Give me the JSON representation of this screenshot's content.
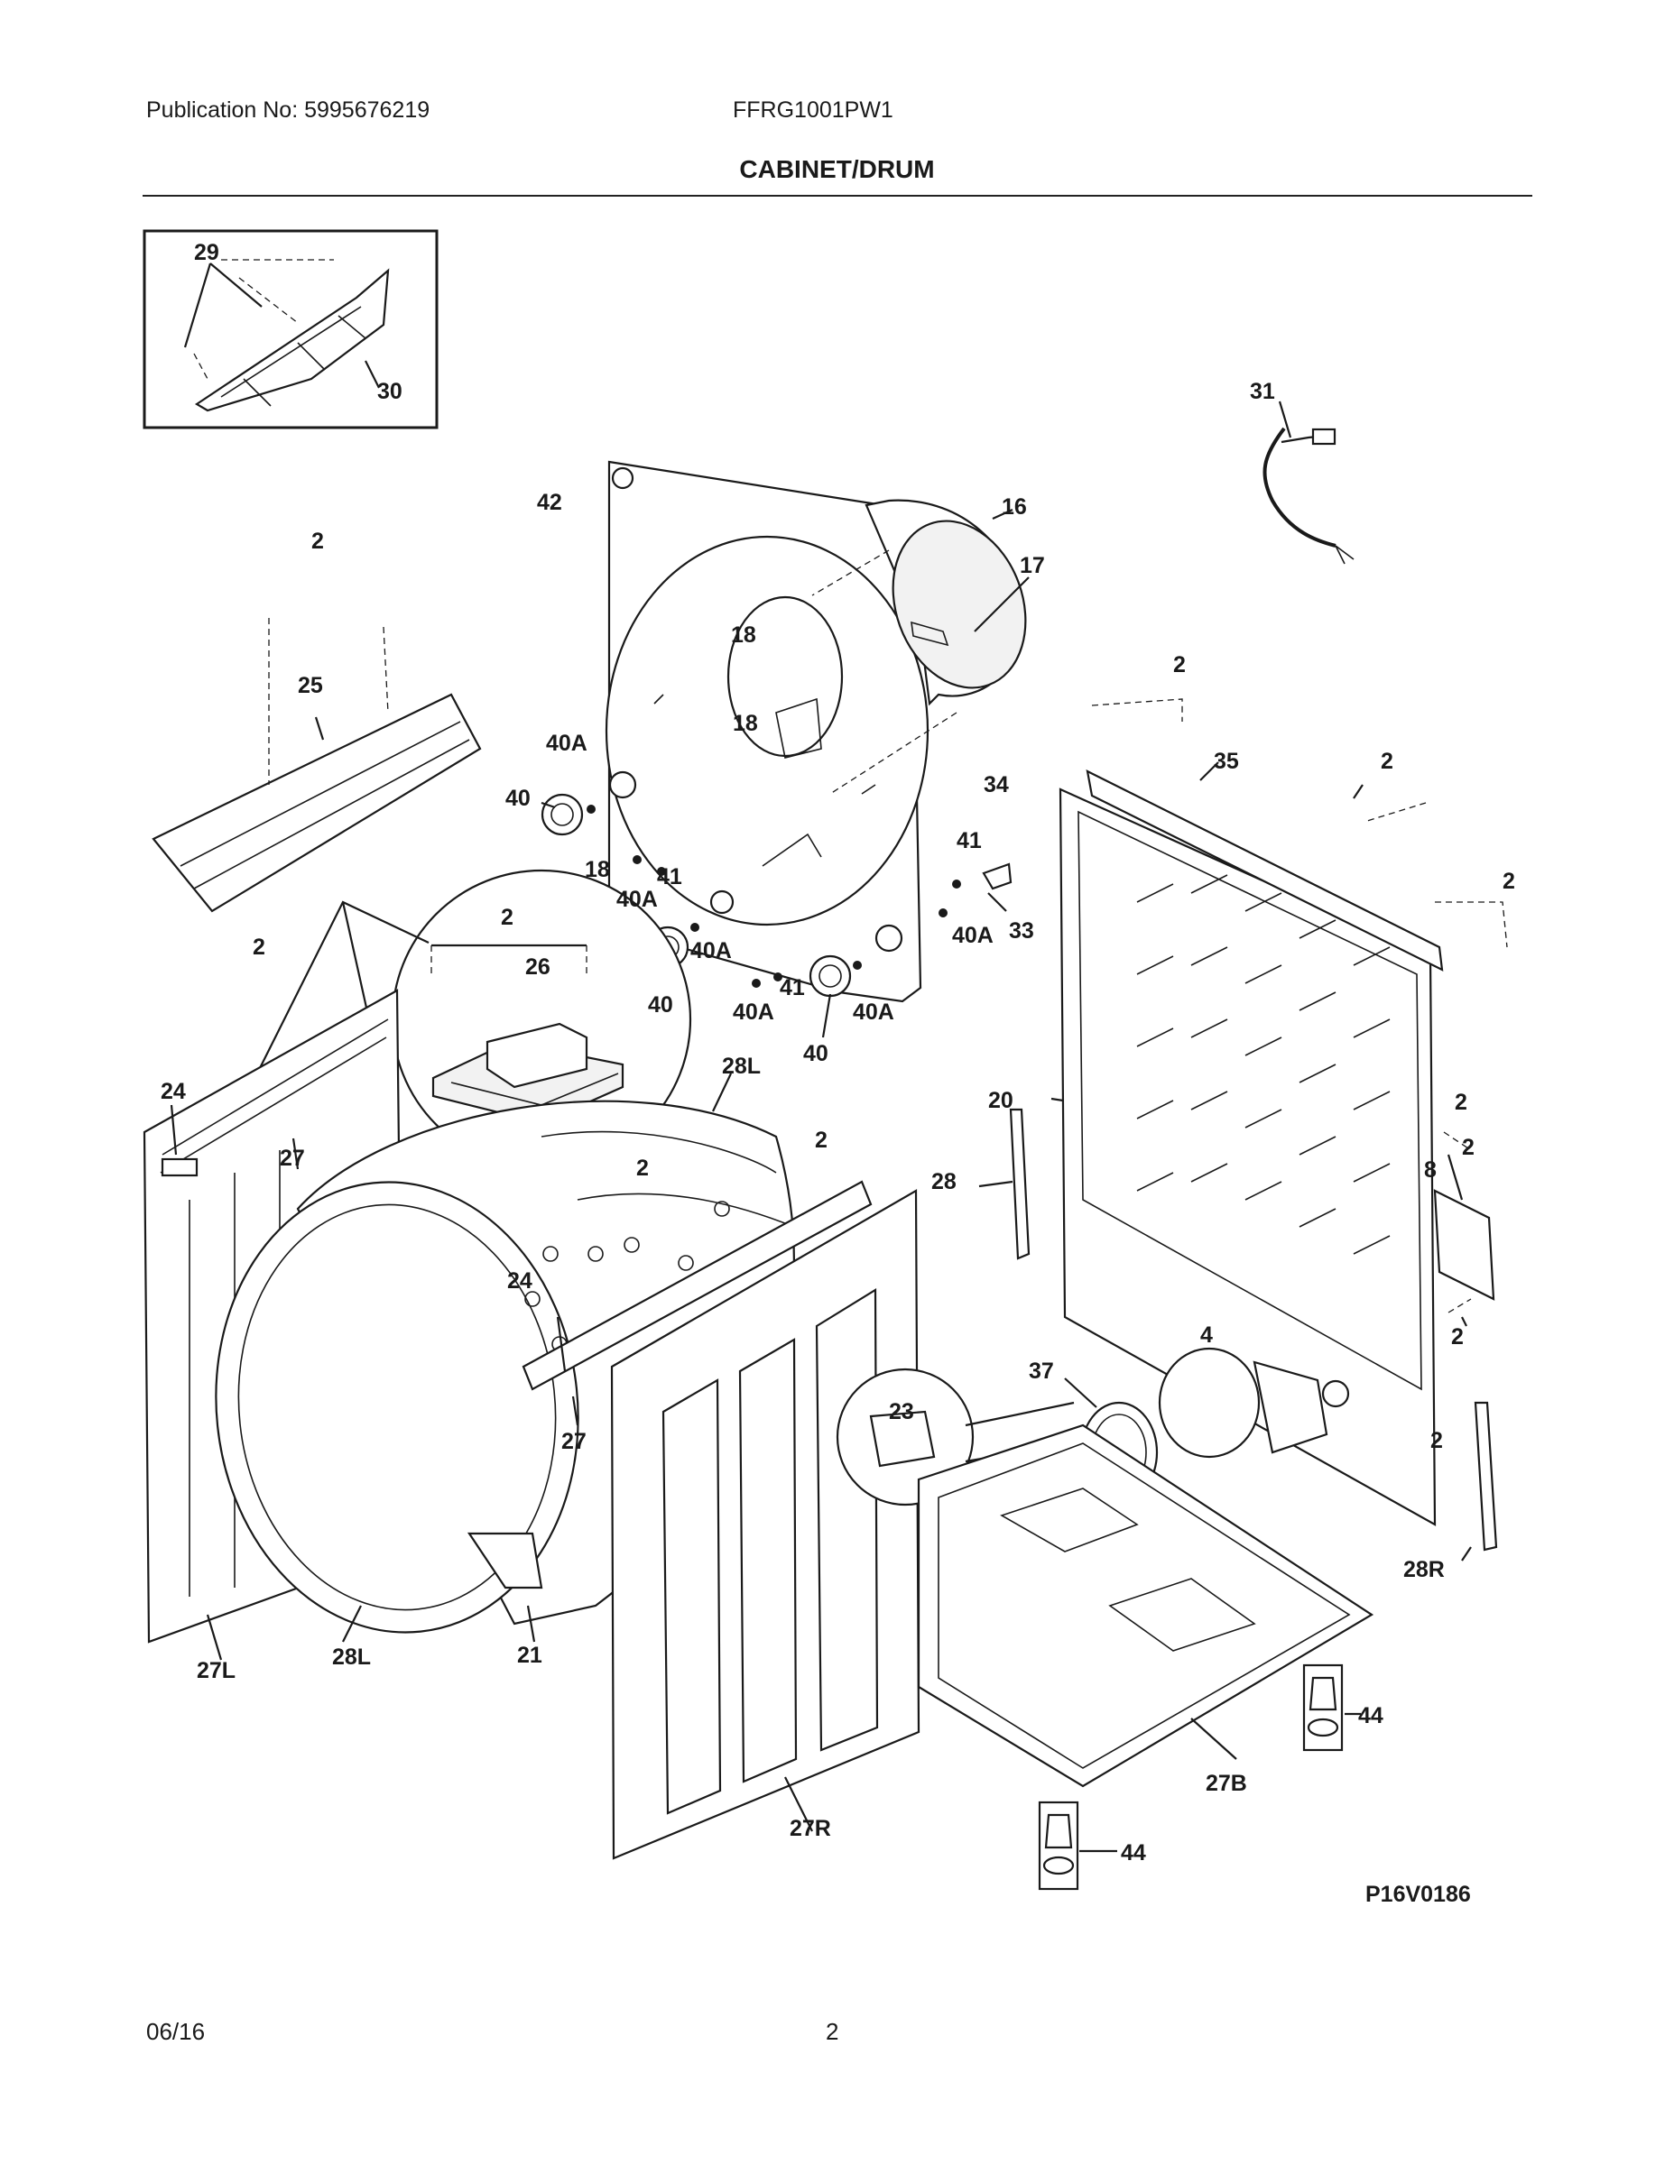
{
  "header": {
    "publication": "Publication No: 5995676219",
    "model": "FFRG1001PW1",
    "title": "CABINET/DRUM"
  },
  "diagram": {
    "code": "P16V0186",
    "callouts": [
      "29",
      "30",
      "31",
      "42",
      "16",
      "17",
      "2",
      "18",
      "25",
      "40A",
      "40",
      "41",
      "34",
      "33",
      "35",
      "26",
      "24",
      "27",
      "20",
      "28",
      "28L",
      "8",
      "4",
      "37",
      "23",
      "21",
      "27L",
      "28R",
      "44",
      "27B",
      "27R"
    ]
  },
  "footer": {
    "date": "06/16",
    "page": "2"
  }
}
